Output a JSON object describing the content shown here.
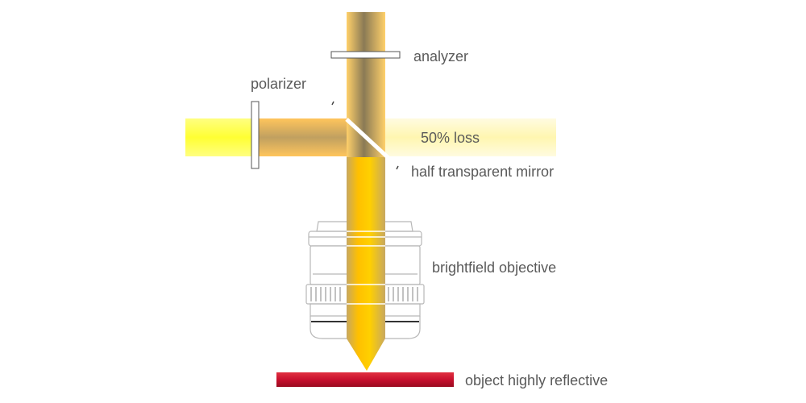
{
  "labels": {
    "analyzer": "analyzer",
    "polarizer": "polarizer",
    "loss": "50% loss",
    "mirror": "half transparent mirror",
    "objective": "brightfield objective",
    "object": "object highly reflective"
  },
  "colors": {
    "beam_yellow": "#ffff66",
    "beam_orange": "#ffc55c",
    "beam_core": "#ffcc00",
    "beam_shadow": "#8a7a55",
    "object_red": "#c8102e",
    "label_gray": "#5a5a5a",
    "outline_gray": "#b0b0b0"
  }
}
